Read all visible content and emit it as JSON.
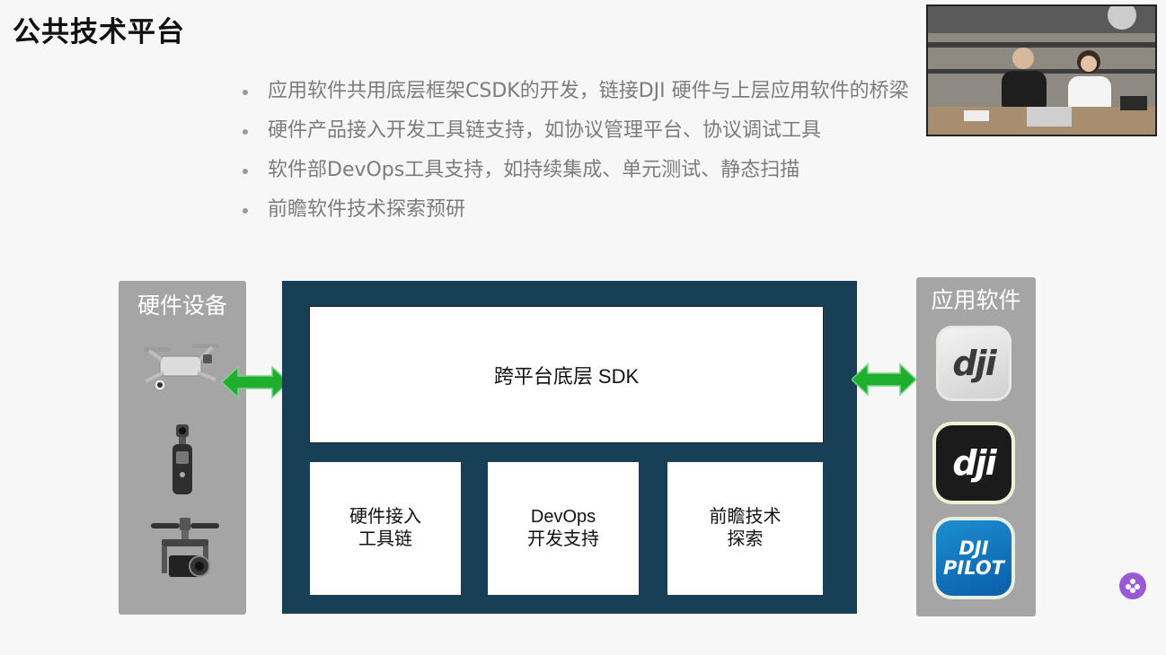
{
  "page": {
    "title": "公共技术平台"
  },
  "bullets": [
    "应用软件共用底层框架CSDK的开发，链接DJI 硬件与上层应用软件的桥梁",
    "硬件产品接入开发工具链支持，如协议管理平台、协议调试工具",
    "软件部DevOps工具支持，如持续集成、单元测试、静态扫描",
    "前瞻软件技术探索预研"
  ],
  "diagram": {
    "hardware_panel": {
      "title": "硬件设备",
      "devices": [
        "drone-icon",
        "handheld-gimbal-icon",
        "camera-gimbal-icon"
      ]
    },
    "platform": {
      "sdk_label": "跨平台底层 SDK",
      "modules": [
        {
          "line1": "硬件接入",
          "line2": "工具链"
        },
        {
          "line1": "DevOps",
          "line2": "开发支持"
        },
        {
          "line1": "前瞻技术",
          "line2": "探索"
        }
      ]
    },
    "app_panel": {
      "title": "应用软件",
      "apps": [
        {
          "icon": "dji-go4-app-icon",
          "mark": "dji"
        },
        {
          "icon": "dji-go-app-icon",
          "mark": "dji"
        },
        {
          "icon": "dji-pilot-app-icon",
          "line1": "DJI",
          "line2": "PILOT"
        }
      ]
    },
    "colors": {
      "platform_bg": "#173f55",
      "panel_bg": "#a5a5a5",
      "arrow": "#1fae2e"
    }
  },
  "overlay": {
    "webcam": "presenter-webcam-feed",
    "badge": "floating-assistant-icon"
  }
}
